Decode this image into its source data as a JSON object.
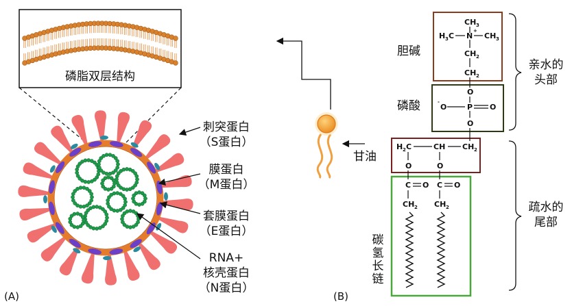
{
  "panel_a": {
    "tag": "(A)",
    "bilayer_label": "磷脂双层结构",
    "proteins": [
      {
        "line1": "刺突蛋白",
        "line2": "（S蛋白）"
      },
      {
        "line1": "膜蛋白",
        "line2": "（M蛋白）"
      },
      {
        "line1": "套膜蛋白",
        "line2": "（E蛋白）"
      },
      {
        "line1": "RNA+",
        "line2": "核壳蛋白",
        "line3": "（N蛋白）"
      }
    ]
  },
  "panel_b": {
    "tag": "(B)",
    "choline": "胆碱",
    "phosphate": "磷酸",
    "glycerol": "甘油",
    "hydrophilic_line1": "亲水的",
    "hydrophilic_line2": "头部",
    "hydrophobic_line1": "疏水的",
    "hydrophobic_line2": "尾部",
    "tail_chars": [
      "碳",
      "氢",
      "长",
      "链"
    ]
  },
  "chem": {
    "ch3": "CH",
    "sub3": "3",
    "h3c": "H",
    "c": "C",
    "n": "N",
    "plus": "+",
    "ch2": "CH",
    "sub2": "2",
    "o": "O",
    "minus": "-",
    "p": "P",
    "eq_o": "O",
    "ch": "CH",
    "c_eq": "C",
    "eq": "="
  },
  "colors": {
    "spike": "#f07070",
    "envelope": "#e57c2b",
    "m_protein": "#6a3fc9",
    "e_protein": "#2a8aa0",
    "rna": "#1f9a4a",
    "choline_box": "#8b3a1c",
    "phosphate_box": "#2d3a10",
    "glycerol_box": "#7a1f1f",
    "tail_box": "#49a83a"
  }
}
